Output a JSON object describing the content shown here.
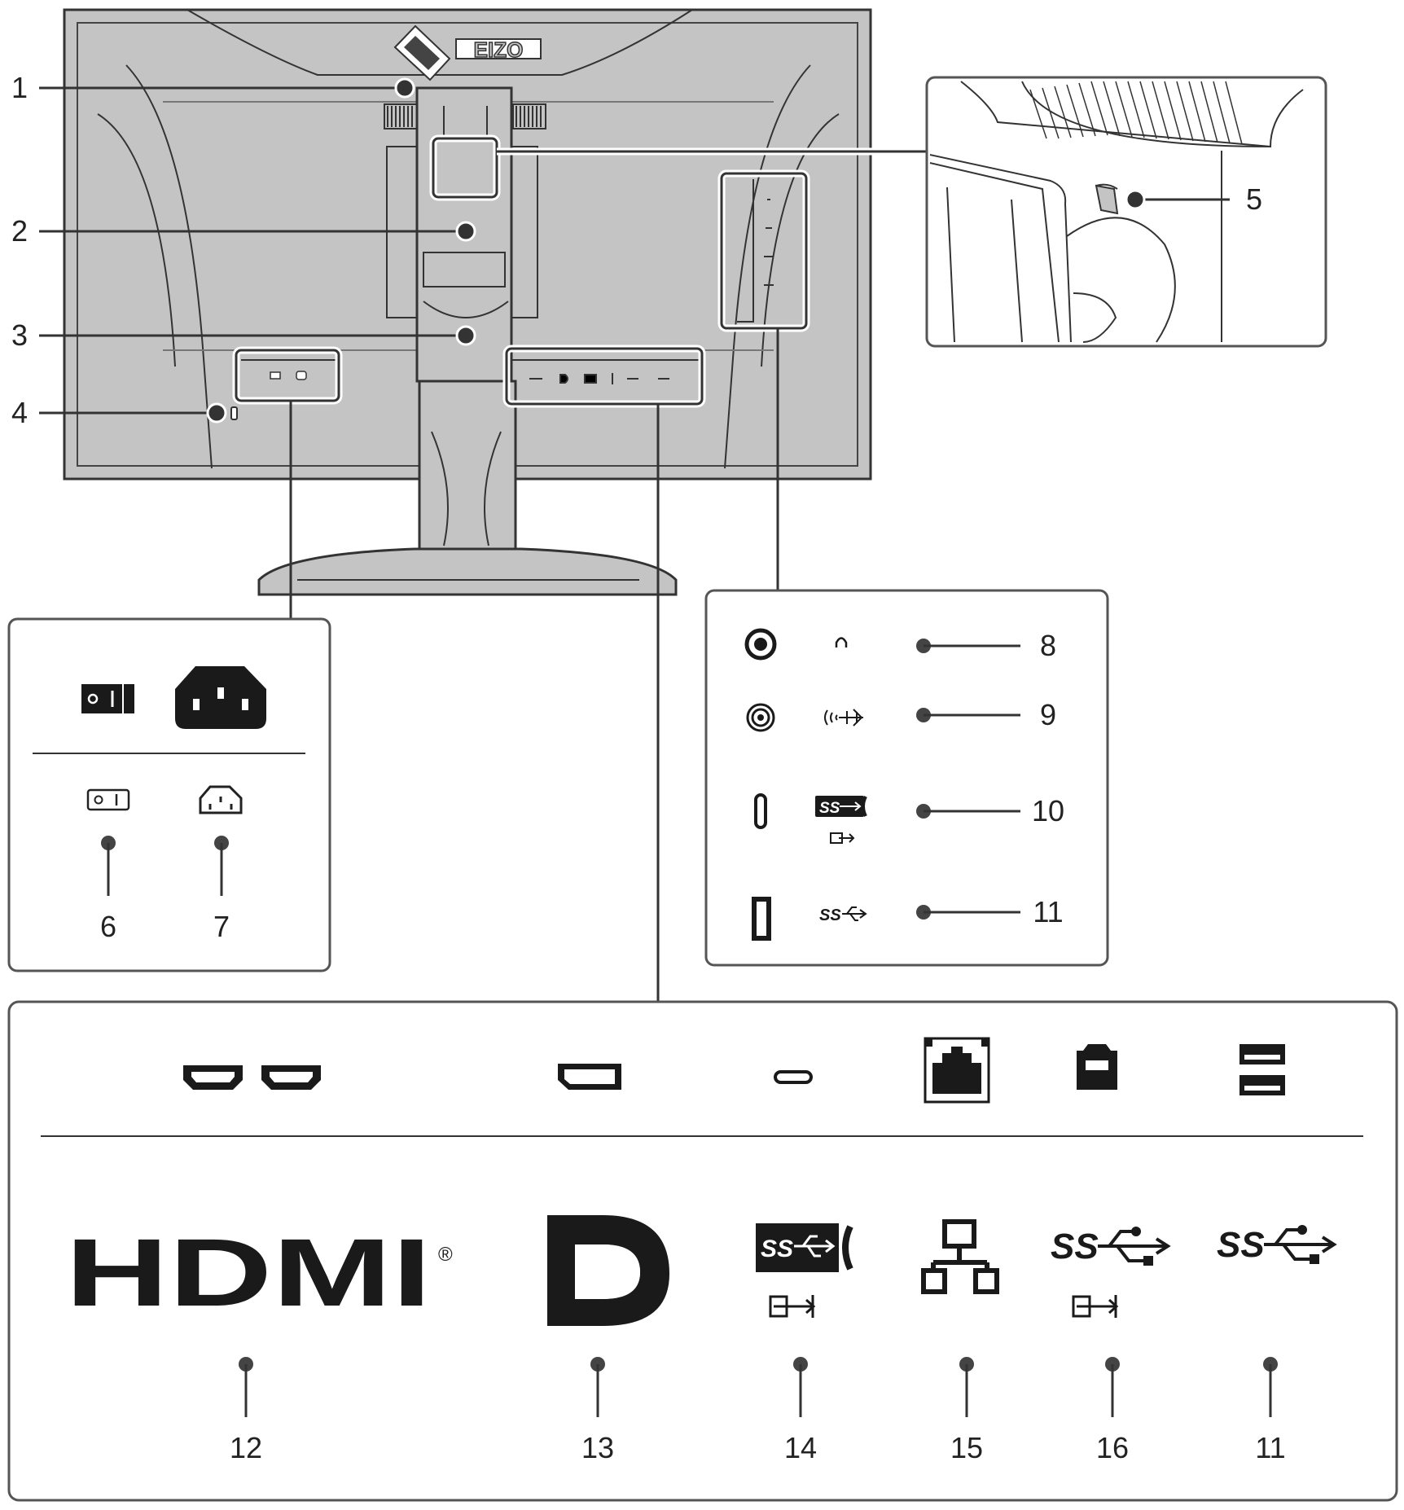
{
  "brand": {
    "logo_text": "EIZO"
  },
  "callouts": [
    {
      "id": "c1",
      "label": "1"
    },
    {
      "id": "c2",
      "label": "2"
    },
    {
      "id": "c3",
      "label": "3"
    },
    {
      "id": "c4",
      "label": "4"
    },
    {
      "id": "c5",
      "label": "5"
    },
    {
      "id": "c6",
      "label": "6"
    },
    {
      "id": "c7",
      "label": "7"
    },
    {
      "id": "c8",
      "label": "8"
    },
    {
      "id": "c9",
      "label": "9"
    },
    {
      "id": "c10",
      "label": "10"
    },
    {
      "id": "c11a",
      "label": "11"
    },
    {
      "id": "c12",
      "label": "12"
    },
    {
      "id": "c13",
      "label": "13"
    },
    {
      "id": "c14",
      "label": "14"
    },
    {
      "id": "c15",
      "label": "15"
    },
    {
      "id": "c16",
      "label": "16"
    },
    {
      "id": "c11b",
      "label": "11"
    }
  ],
  "port_logos": {
    "hdmi": "HDMI",
    "hdmi_reg": "®",
    "ss": "SS"
  },
  "colors": {
    "monitor_gray": "#c4c4c4",
    "line": "#333333",
    "icon": "#1a1a1a"
  }
}
